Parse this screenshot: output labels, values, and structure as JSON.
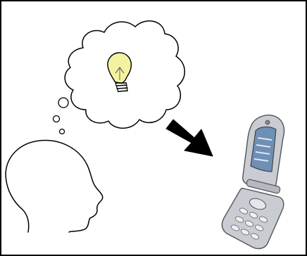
{
  "figure": {
    "elements": [
      "head-silhouette",
      "thought-bubble-small-circles",
      "thought-cloud",
      "lightbulb-icon",
      "arrow",
      "flip-phone-icon"
    ]
  },
  "colors": {
    "frame": "#000000",
    "background": "#ffffff",
    "bulb_glass": "#f4f2a0",
    "arrow": "#000000",
    "phone_body": "#c9ccd3",
    "phone_screen": "#6f8fb5"
  }
}
